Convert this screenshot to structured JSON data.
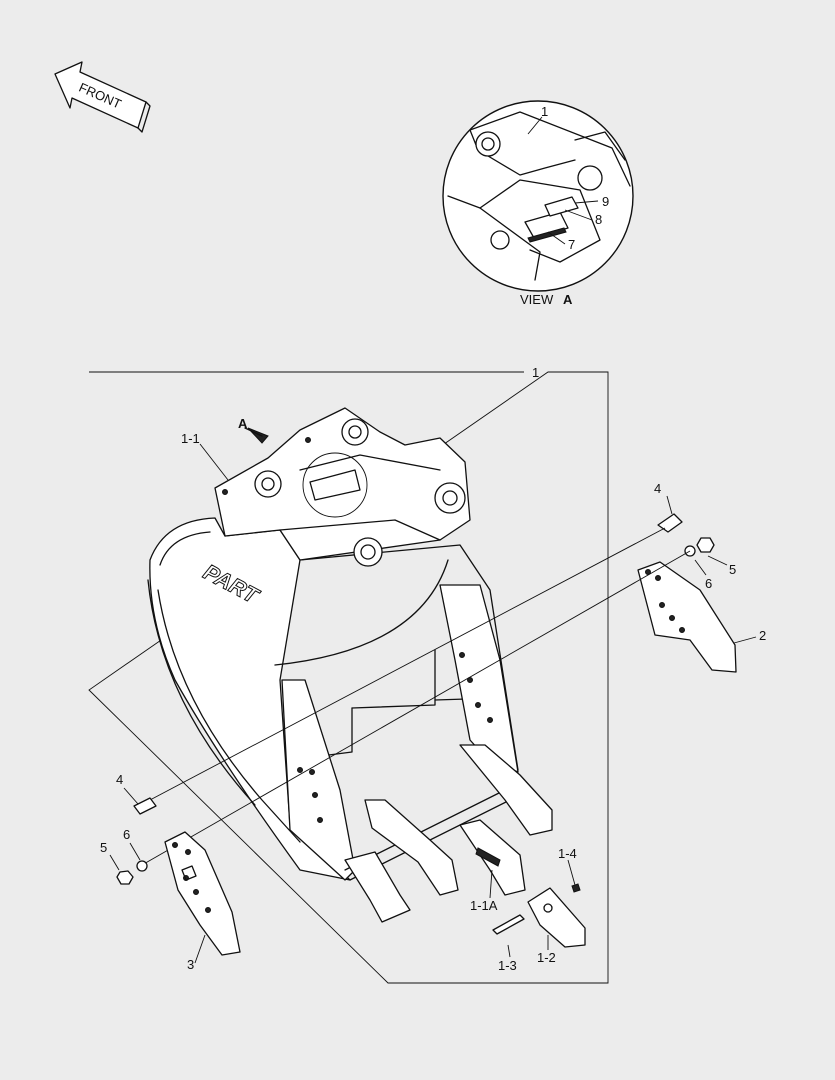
{
  "front_label": "FRONT",
  "view_label": "VIEW",
  "view_letter": "A",
  "arrow_letter": "A",
  "callouts": {
    "c1_top": "1",
    "c1_frame": "1",
    "c9": "9",
    "c8": "8",
    "c7": "7",
    "c1_1": "1-1",
    "c4_right": "4",
    "c5_right": "5",
    "c6_right": "6",
    "c2": "2",
    "c4_left": "4",
    "c6_left": "6",
    "c5_left": "5",
    "c3": "3",
    "c1_4": "1-4",
    "c1_1a": "1-1A",
    "c1_3": "1-3",
    "c1_2": "1-2"
  },
  "bucket_logo": "PART"
}
